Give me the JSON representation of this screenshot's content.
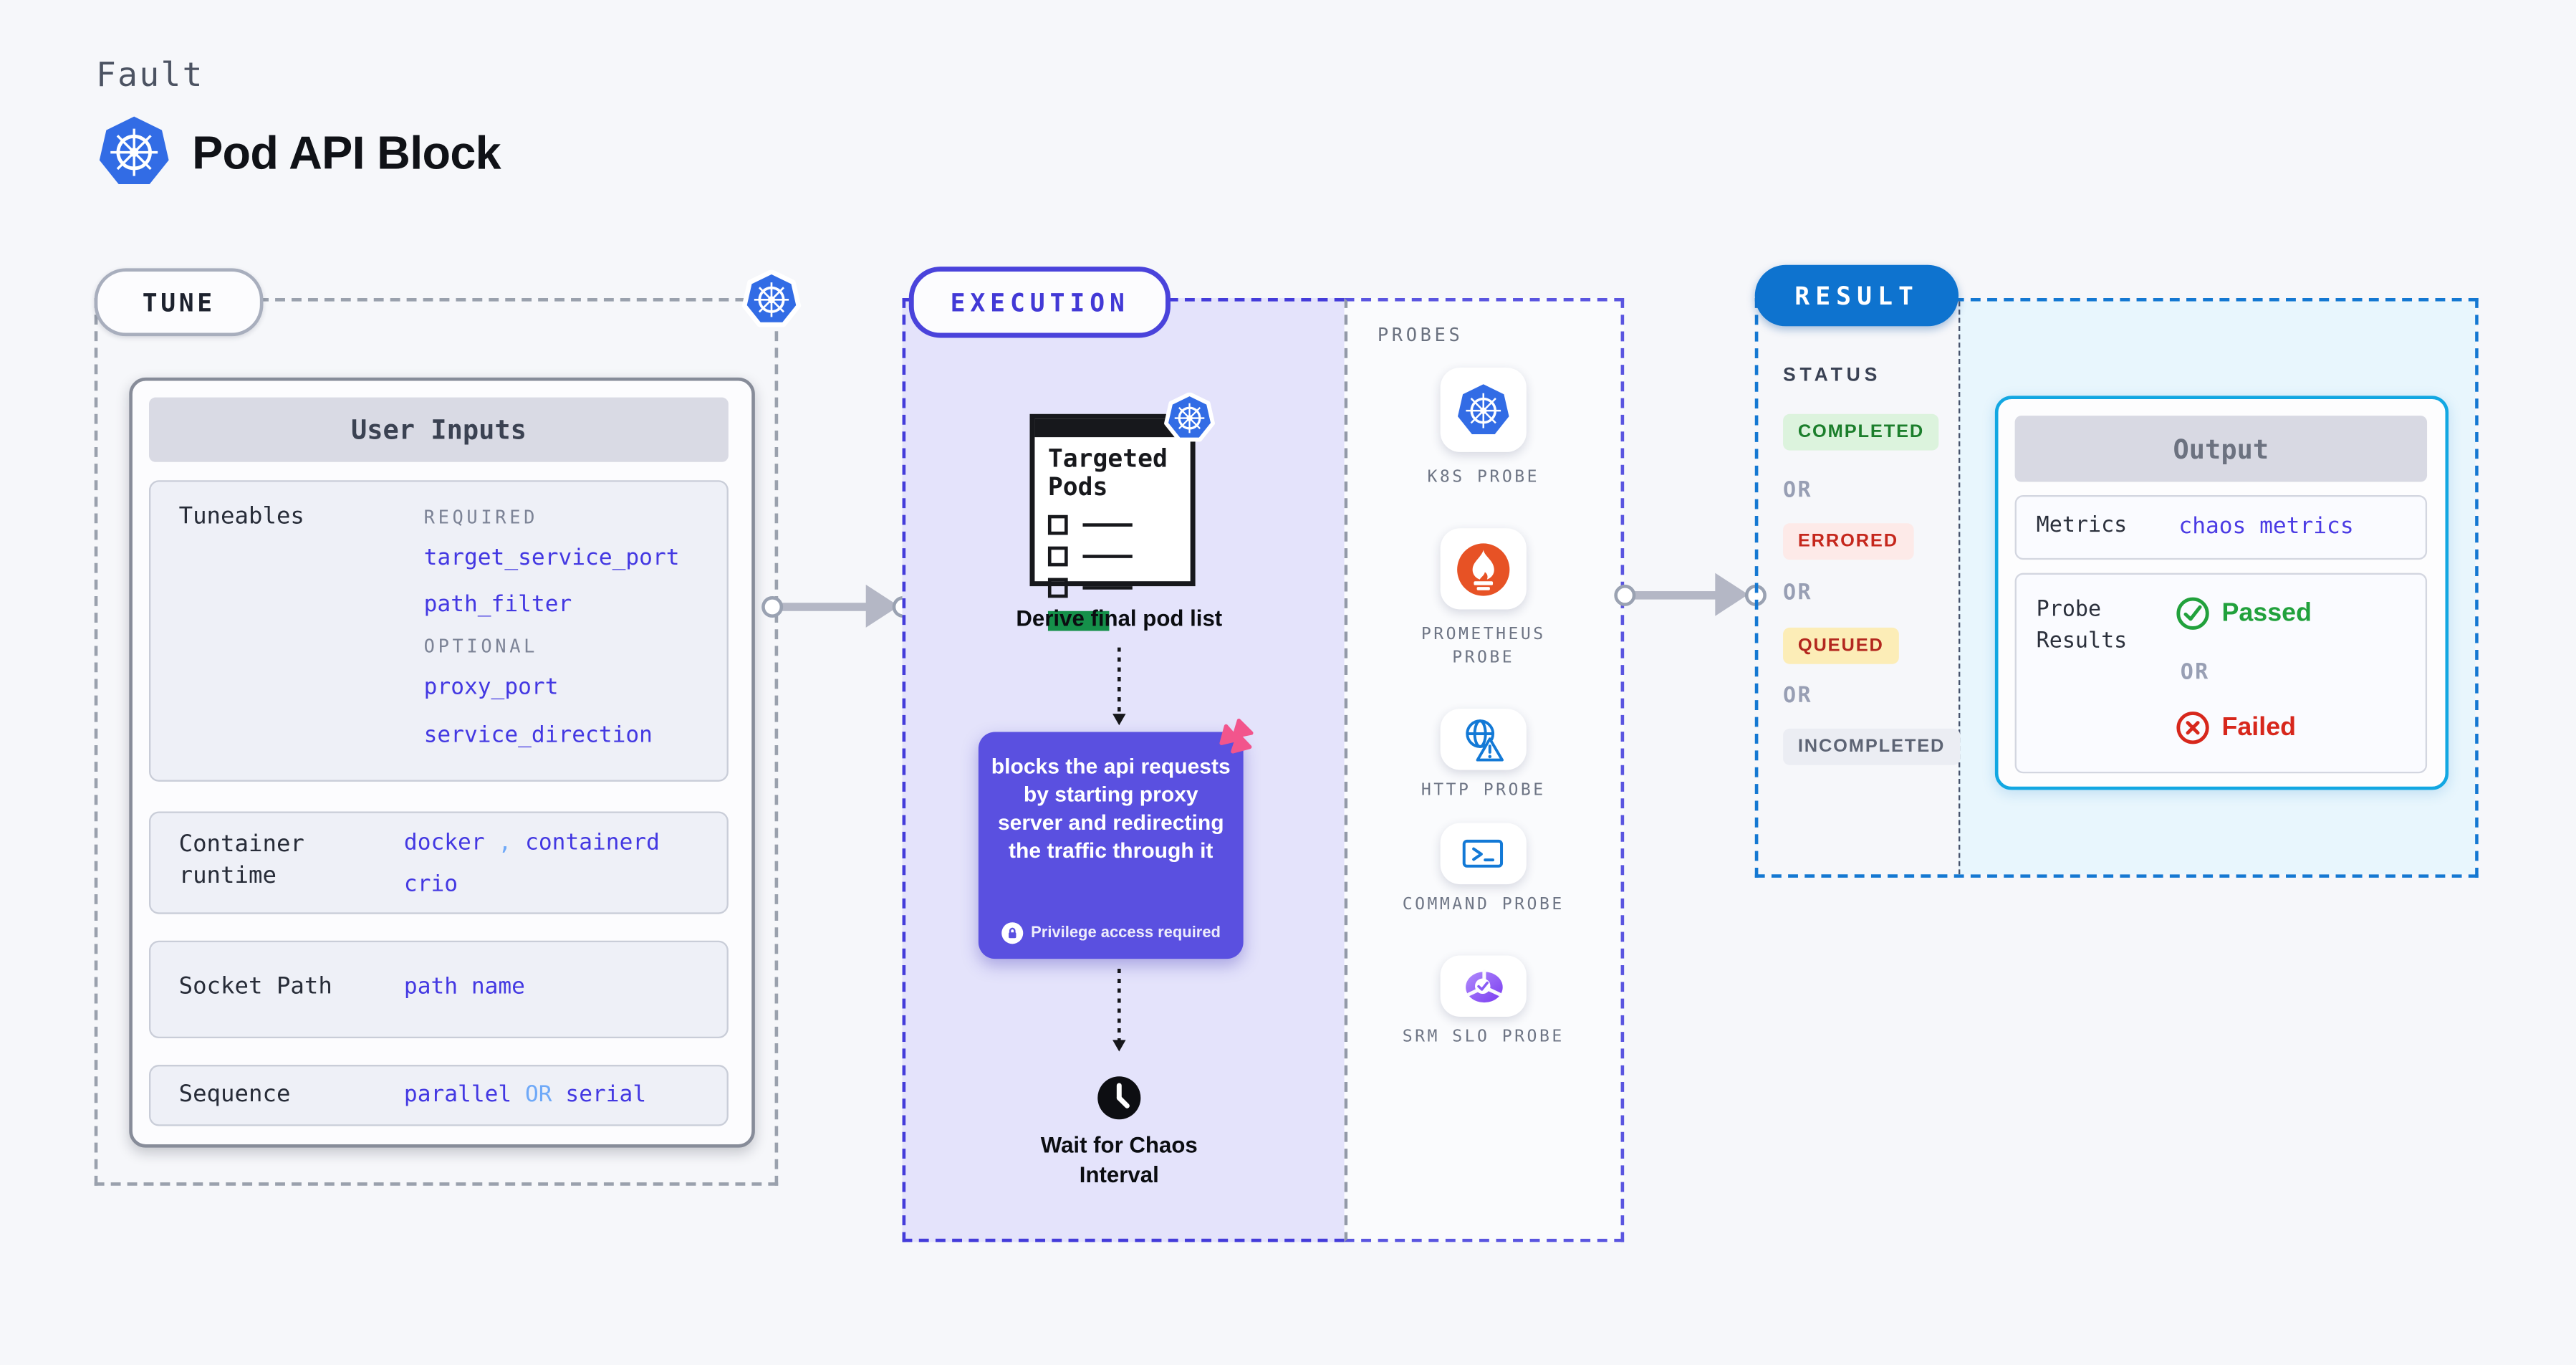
{
  "header": {
    "eyebrow": "Fault",
    "title": "Pod API Block"
  },
  "tune": {
    "label": "TUNE",
    "panel_title": "User Inputs",
    "tuneables": {
      "label": "Tuneables",
      "required_label": "REQUIRED",
      "required": [
        "target_service_port",
        "path_filter"
      ],
      "optional_label": "OPTIONAL",
      "optional": [
        "proxy_port",
        "service_direction"
      ]
    },
    "container_runtime": {
      "label": "Container runtime",
      "values": [
        "docker",
        "containerd",
        "crio"
      ],
      "separator": ","
    },
    "socket_path": {
      "label": "Socket Path",
      "value": "path name"
    },
    "sequence": {
      "label": "Sequence",
      "value_a": "parallel",
      "or": "OR",
      "value_b": "serial"
    }
  },
  "execution": {
    "label": "EXECUTION",
    "targeted_pods_title": "Targeted Pods",
    "derive_label": "Derive final pod list",
    "action_text": "blocks the api requests by starting proxy server and redirecting the traffic through it",
    "privilege_note": "Privilege access required",
    "wait_label": "Wait for Chaos Interval"
  },
  "probes": {
    "label": "PROBES",
    "items": [
      {
        "name": "K8S PROBE",
        "icon": "kubernetes-icon"
      },
      {
        "name": "PROMETHEUS PROBE",
        "icon": "prometheus-icon"
      },
      {
        "name": "HTTP PROBE",
        "icon": "http-globe-icon"
      },
      {
        "name": "COMMAND PROBE",
        "icon": "terminal-icon"
      },
      {
        "name": "SRM SLO PROBE",
        "icon": "slo-chart-icon"
      }
    ]
  },
  "result": {
    "label": "RESULT",
    "status_label": "STATUS",
    "or_label": "OR",
    "statuses": [
      {
        "text": "COMPLETED",
        "bg": "#dcf3dd",
        "color": "#1b7e2b"
      },
      {
        "text": "ERRORED",
        "bg": "#fdeae8",
        "color": "#c5271c"
      },
      {
        "text": "QUEUED",
        "bg": "#fcedb7",
        "color": "#b3271e"
      },
      {
        "text": "INCOMPLETED",
        "bg": "#ebedf3",
        "color": "#5d6474"
      }
    ],
    "output": {
      "title": "Output",
      "metrics_label": "Metrics",
      "metrics_value": "chaos metrics",
      "probe_results_label": "Probe Results",
      "passed": "Passed",
      "or": "OR",
      "failed": "Failed"
    }
  },
  "colors": {
    "page_bg": "#f6f7fa",
    "kubernetes_blue": "#326ce5",
    "indigo_accent": "#4a43db",
    "lavender_bg": "#e4e3fb",
    "purple_card": "#5a50e0",
    "result_blue": "#0e73cf",
    "cyan_border": "#12a7e2",
    "cyan_bg": "#e8f6fd",
    "value_blue": "#4338e2",
    "passed_green": "#21a13c",
    "failed_red": "#d7271c",
    "prometheus_orange": "#e75225",
    "chaos_pink": "#f2558c",
    "target_green_bar": "#15904a"
  }
}
